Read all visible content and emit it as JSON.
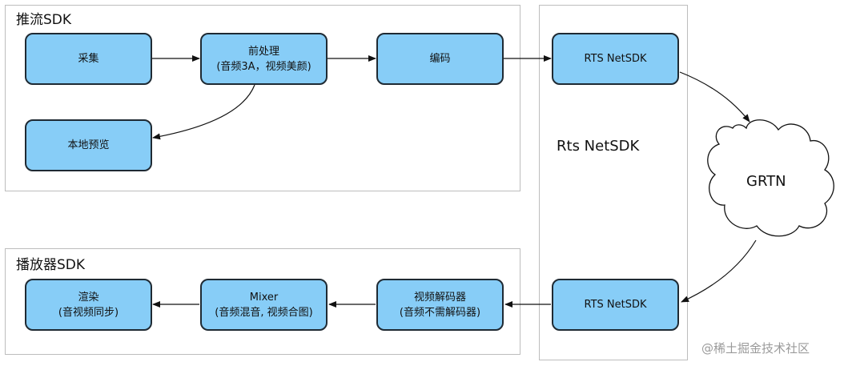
{
  "push_sdk": {
    "title": "推流SDK",
    "capture": "采集",
    "preprocess_line1": "前处理",
    "preprocess_line2": "(音频3A，视频美颜)",
    "encode": "编码",
    "local_preview": "本地预览"
  },
  "player_sdk": {
    "title": "播放器SDK",
    "render_line1": "渲染",
    "render_line2": "(音视频同步)",
    "mixer_line1": "Mixer",
    "mixer_line2": "(音频混音, 视频合图)",
    "decoder_line1": "视频解码器",
    "decoder_line2": "(音频不需解码器)"
  },
  "rts_column": {
    "title": "Rts NetSDK",
    "top_node": "RTS NetSDK",
    "bottom_node": "RTS NetSDK"
  },
  "cloud": {
    "label": "GRTN"
  },
  "watermark": "@稀土掘金技术社区",
  "colors": {
    "node_fill": "#87cdf7",
    "node_border": "#1f2a33",
    "panel_border": "#bdbdbd"
  }
}
